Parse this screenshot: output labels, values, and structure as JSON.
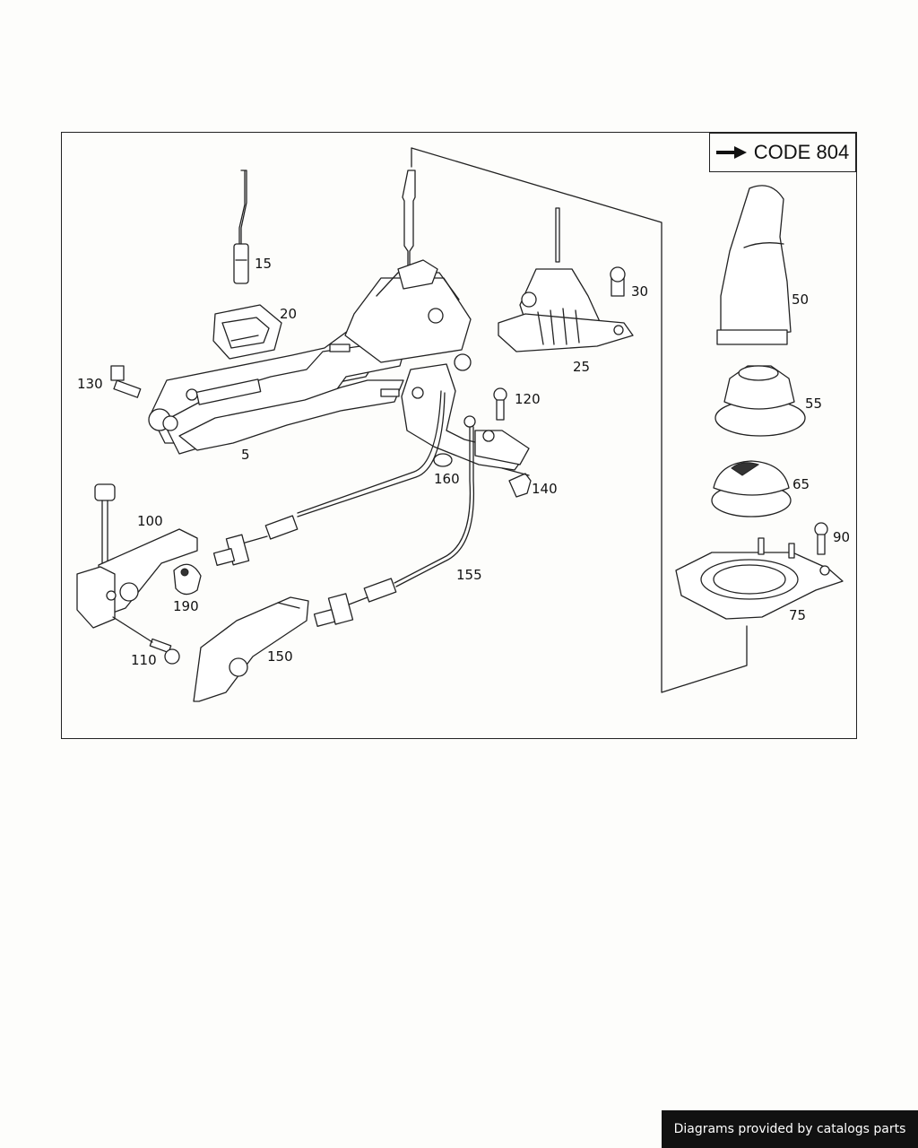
{
  "code_box": {
    "label": "CODE 804"
  },
  "callouts": [
    {
      "id": "15",
      "text": "15"
    },
    {
      "id": "20",
      "text": "20"
    },
    {
      "id": "130",
      "text": "130"
    },
    {
      "id": "5",
      "text": "5"
    },
    {
      "id": "30",
      "text": "30"
    },
    {
      "id": "25",
      "text": "25"
    },
    {
      "id": "120",
      "text": "120"
    },
    {
      "id": "160",
      "text": "160"
    },
    {
      "id": "140",
      "text": "140"
    },
    {
      "id": "100",
      "text": "100"
    },
    {
      "id": "190",
      "text": "190"
    },
    {
      "id": "110",
      "text": "110"
    },
    {
      "id": "150",
      "text": "150"
    },
    {
      "id": "155",
      "text": "155"
    },
    {
      "id": "50",
      "text": "50"
    },
    {
      "id": "55",
      "text": "55"
    },
    {
      "id": "65",
      "text": "65"
    },
    {
      "id": "90",
      "text": "90"
    },
    {
      "id": "75",
      "text": "75"
    }
  ],
  "footer": {
    "text": "Diagrams provided by catalogs parts"
  }
}
